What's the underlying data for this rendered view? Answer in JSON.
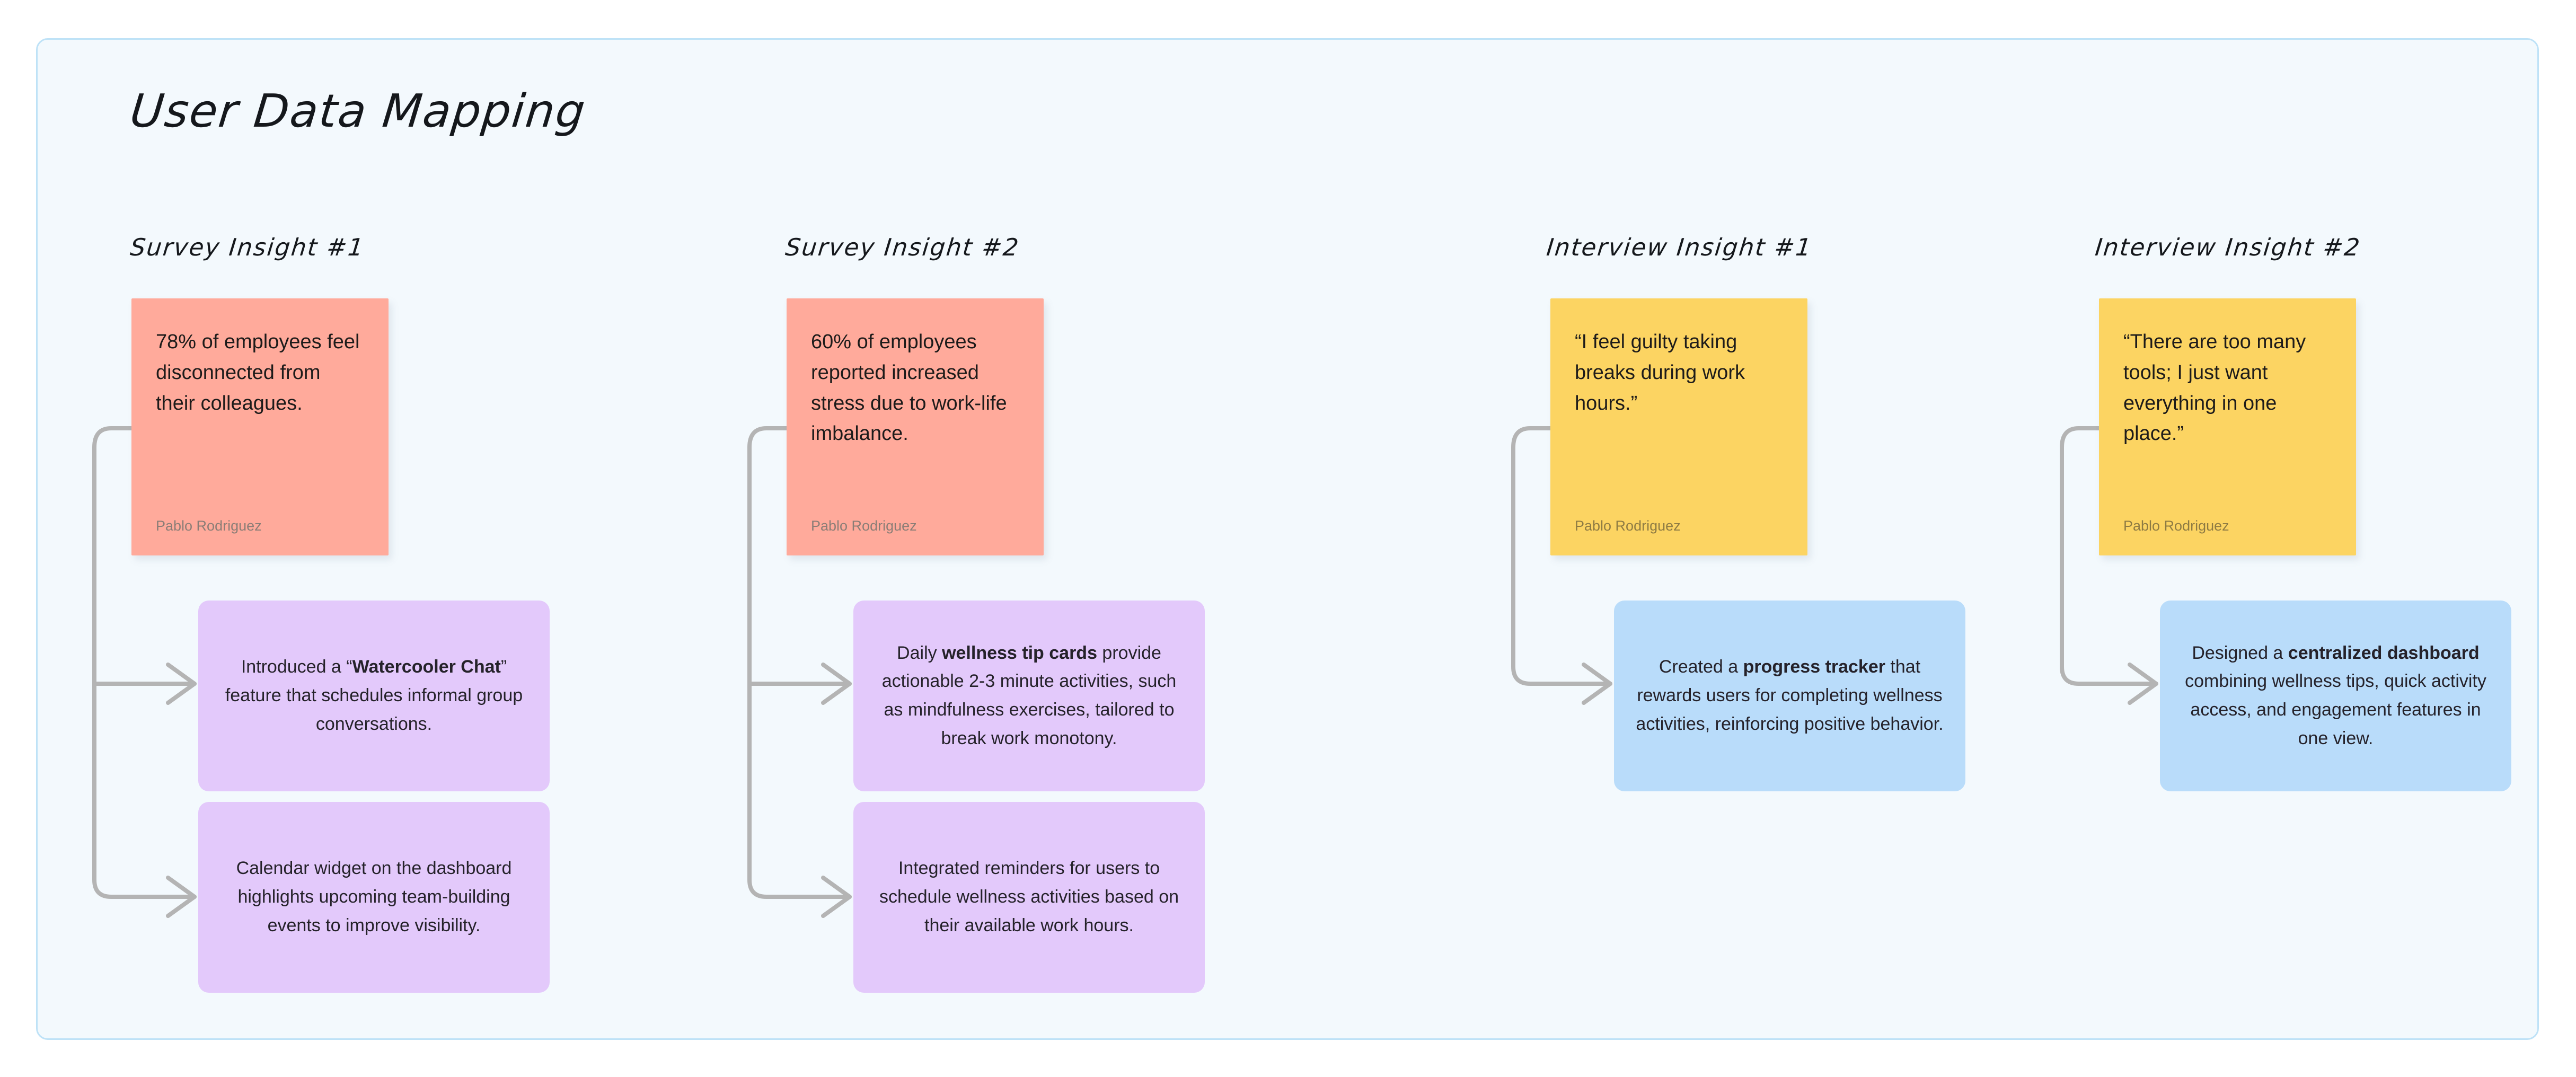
{
  "board": {
    "title": "User Data Mapping",
    "frame_background": "#f3f9fd",
    "frame_border_color": "#bee2f7",
    "page_background": "#ffffff"
  },
  "palette": {
    "sticky_survey": "#ffaa9b",
    "sticky_interview": "#fcd462",
    "idea_survey": "#e3c9fb",
    "idea_interview": "#b9dcfa",
    "connector": "#b4b4b4"
  },
  "columns": [
    {
      "header": "Survey Insight #1",
      "sticky": {
        "text": "78% of employees feel disconnected from their colleagues.",
        "author": "Pablo Rodriguez",
        "color": "#ffaa9b"
      },
      "ideas": [
        {
          "text_parts": [
            {
              "text": "Introduced a “",
              "bold": false
            },
            {
              "text": "Watercooler Chat",
              "bold": true
            },
            {
              "text": "” feature that schedules informal group conversations.",
              "bold": false
            }
          ],
          "color": "#e3c9fb"
        },
        {
          "text_parts": [
            {
              "text": "Calendar widget on the dashboard highlights upcoming team-building events to improve visibility.",
              "bold": false
            }
          ],
          "color": "#e3c9fb"
        }
      ]
    },
    {
      "header": "Survey Insight #2",
      "sticky": {
        "text": "60% of employees reported increased stress due to work-life imbalance.",
        "author": "Pablo Rodriguez",
        "color": "#ffaa9b"
      },
      "ideas": [
        {
          "text_parts": [
            {
              "text": "Daily ",
              "bold": false
            },
            {
              "text": "wellness tip cards",
              "bold": true
            },
            {
              "text": " provide actionable 2-3 minute activities, such as mindfulness exercises, tailored to break work monotony.",
              "bold": false
            }
          ],
          "color": "#e3c9fb"
        },
        {
          "text_parts": [
            {
              "text": "Integrated reminders for users to schedule wellness activities based on their available work hours.",
              "bold": false
            }
          ],
          "color": "#e3c9fb"
        }
      ]
    },
    {
      "header": "Interview Insight #1",
      "sticky": {
        "text": "“I feel guilty taking breaks during work hours.”",
        "author": "Pablo Rodriguez",
        "color": "#fcd462"
      },
      "ideas": [
        {
          "text_parts": [
            {
              "text": "Created a ",
              "bold": false
            },
            {
              "text": "progress tracker",
              "bold": true
            },
            {
              "text": " that rewards users for completing wellness activities, reinforcing positive behavior.",
              "bold": false
            }
          ],
          "color": "#b9dcfa"
        }
      ]
    },
    {
      "header": "Interview Insight #2",
      "sticky": {
        "text": "“There are too many tools; I just want everything in one place.”",
        "author": "Pablo Rodriguez",
        "color": "#fcd462"
      },
      "ideas": [
        {
          "text_parts": [
            {
              "text": "Designed a ",
              "bold": false
            },
            {
              "text": "centralized dashboard",
              "bold": true
            },
            {
              "text": " combining wellness tips, quick activity access, and engagement features in one view.",
              "bold": false
            }
          ],
          "color": "#b9dcfa"
        }
      ]
    }
  ]
}
